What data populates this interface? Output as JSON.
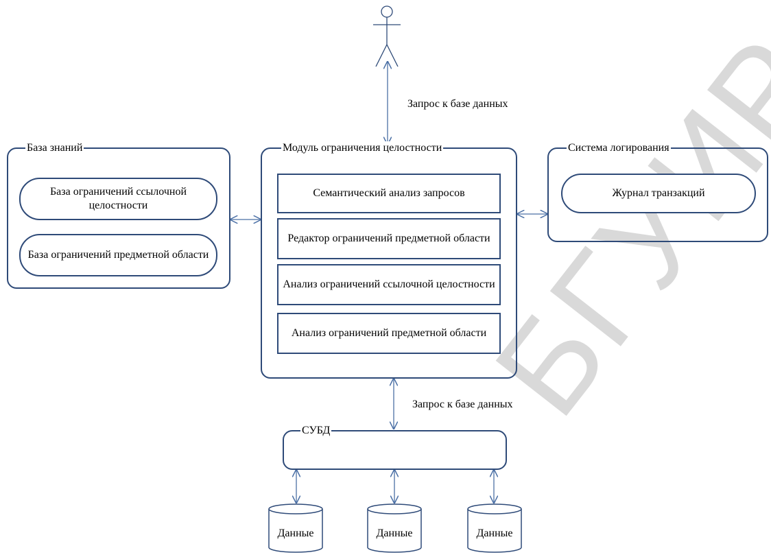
{
  "actor": {
    "icon": "stick-figure-user-icon"
  },
  "query_label_top": "Запрос к базе данных",
  "query_label_bottom": "Запрос к базе данных",
  "knowledge_base": {
    "title": "База знаний",
    "items": [
      "База ограничений ссылочной целостности",
      "База ограничений предметной области"
    ]
  },
  "integrity_module": {
    "title": "Модуль ограничения целостности",
    "blocks": [
      "Семантический анализ запросов",
      "Редактор ограничений предметной области",
      "Анализ ограничений ссылочной целостности",
      "Анализ ограничений предметной области"
    ]
  },
  "logging_system": {
    "title": "Система логирования",
    "items": [
      "Журнал транзакций"
    ]
  },
  "dbms": {
    "title": "СУБД"
  },
  "data_stores": [
    "Данные",
    "Данные",
    "Данные"
  ],
  "watermark": "БГУИР",
  "colors": {
    "border": "#2e4a78",
    "arrow": "#4a6fa5",
    "watermark": "#d9d9d9"
  }
}
